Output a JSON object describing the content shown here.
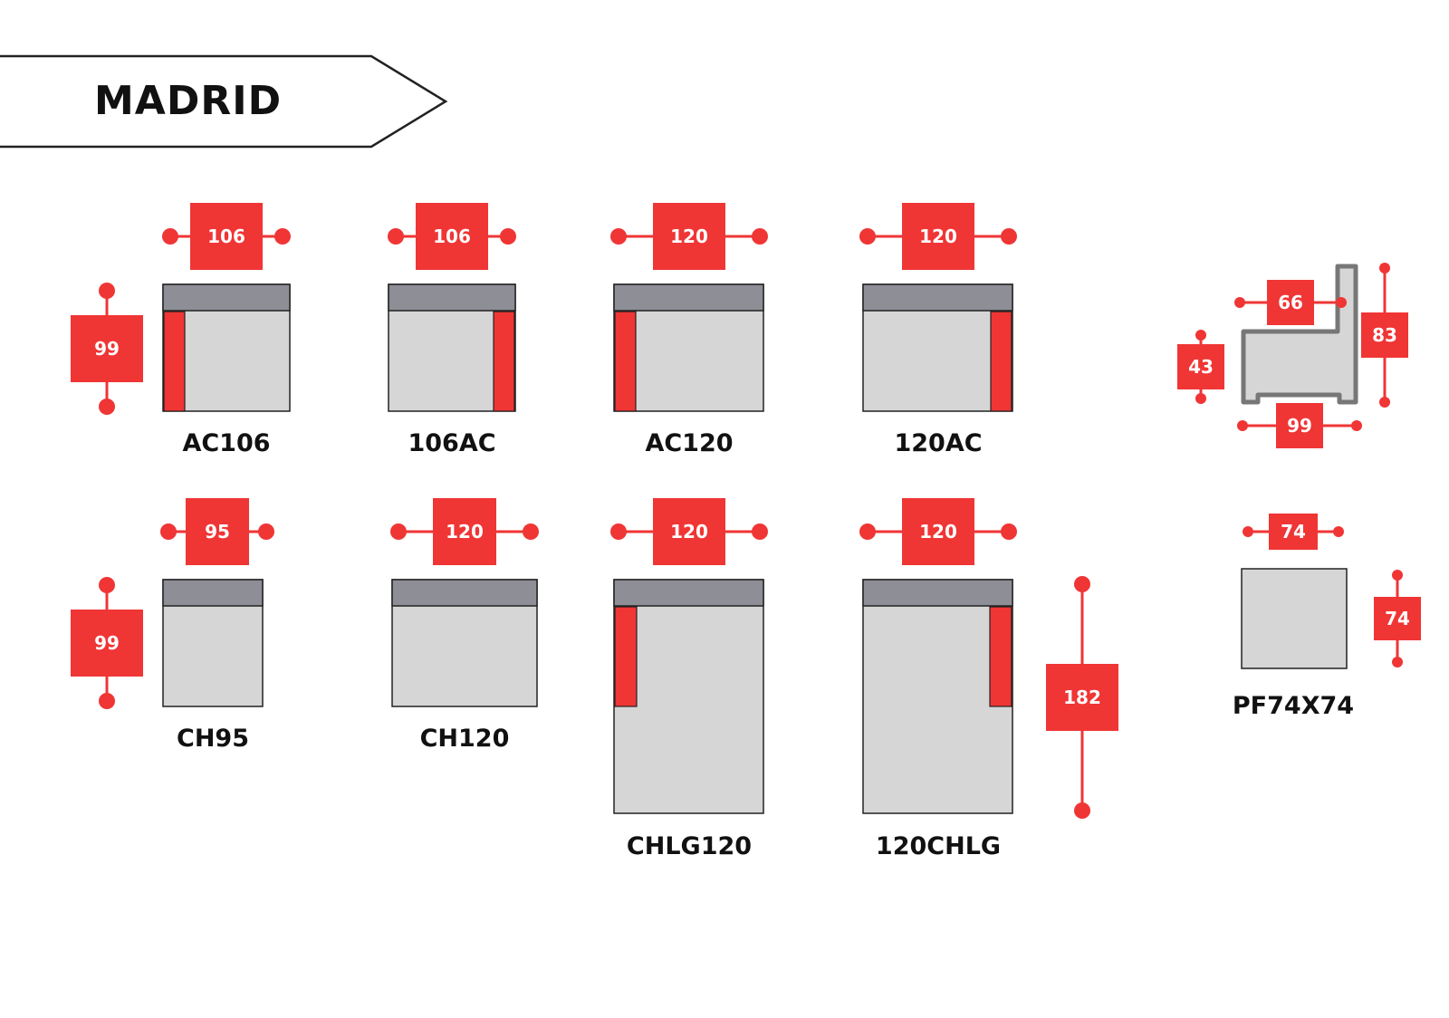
{
  "title": "MADRID",
  "colors": {
    "accent": "#f03535",
    "backrest": "#8e8e96",
    "seat": "#d6d6d6",
    "outline": "#222222"
  },
  "modules": [
    {
      "code": "AC106",
      "width": "106",
      "depth": "99",
      "arm": "left"
    },
    {
      "code": "106AC",
      "width": "106",
      "arm": "right"
    },
    {
      "code": "AC120",
      "width": "120",
      "arm": "left"
    },
    {
      "code": "120AC",
      "width": "120",
      "arm": "right"
    },
    {
      "code": "CH95",
      "width": "95",
      "depth": "99",
      "arm": "none"
    },
    {
      "code": "CH120",
      "width": "120",
      "arm": "none"
    },
    {
      "code": "CHLG120",
      "width": "120",
      "arm": "left"
    },
    {
      "code": "120CHLG",
      "width": "120",
      "depth": "182",
      "arm": "right"
    },
    {
      "code": "PF74X74",
      "width": "74",
      "depth": "74",
      "arm": "none"
    }
  ],
  "side_profile": {
    "seat_depth": "66",
    "seat_height": "43",
    "total_height": "83",
    "total_depth": "99"
  }
}
